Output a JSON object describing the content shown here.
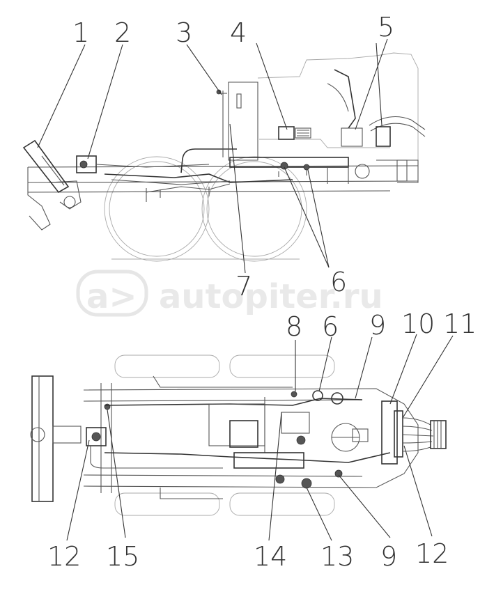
{
  "watermark": {
    "icon_text": "a>",
    "text": "autopiter.ru"
  },
  "colors": {
    "line": "#333333",
    "watermark": "#e6e6e6"
  },
  "callouts": {
    "top": [
      "1",
      "2",
      "3",
      "4",
      "5",
      "6",
      "7"
    ],
    "bottom_upper": [
      "8",
      "6",
      "9",
      "10",
      "11"
    ],
    "bottom_lower": [
      "12",
      "15",
      "14",
      "13",
      "9",
      "12"
    ]
  }
}
